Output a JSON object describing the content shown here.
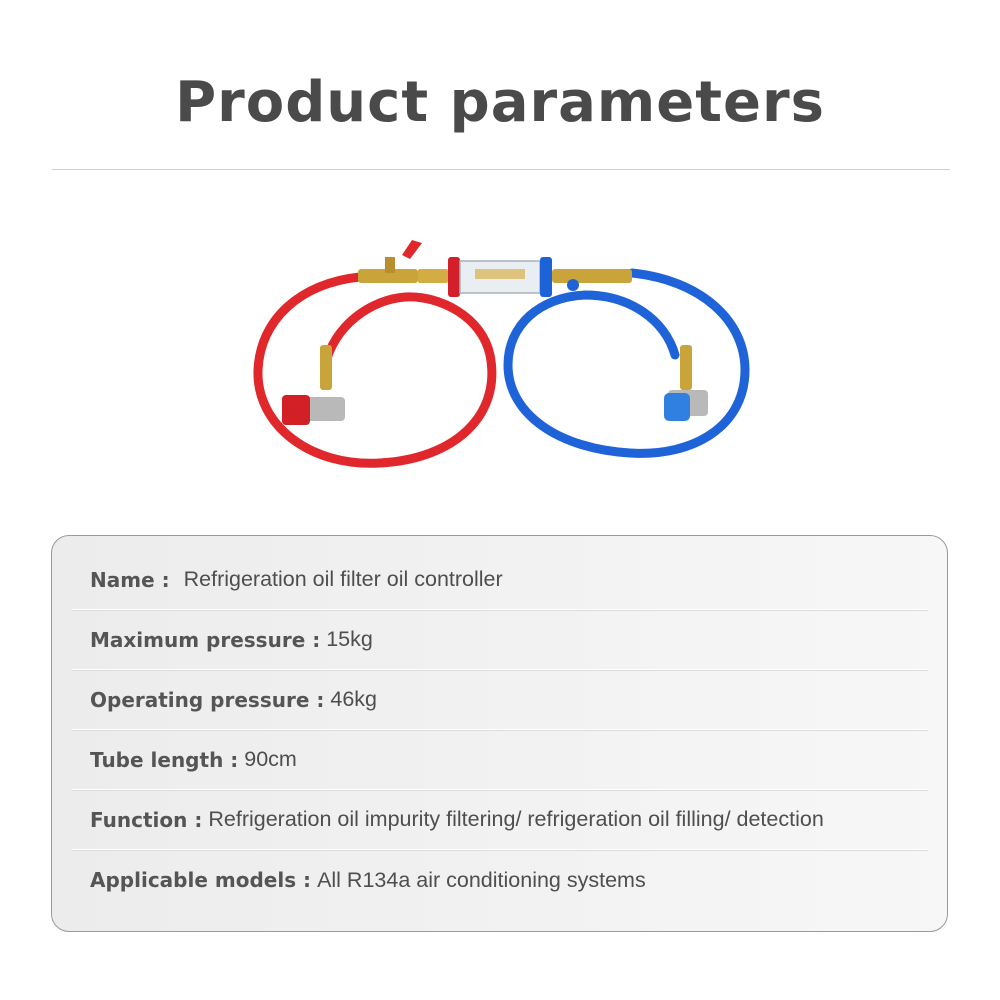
{
  "header": {
    "title": "Product parameters"
  },
  "product_image": {
    "alt": "Refrigeration oil filter oil controller",
    "hose_colors": {
      "left": "#e02a2a",
      "right": "#1e63d6"
    }
  },
  "params": [
    {
      "label": "Name :",
      "value": "Refrigeration oil filter oil controller"
    },
    {
      "label": "Maximum pressure :",
      "value": "15kg"
    },
    {
      "label": "Operating pressure :",
      "value": "46kg"
    },
    {
      "label": "Tube length :",
      "value": "90cm"
    },
    {
      "label": "Function :",
      "value": "Refrigeration oil impurity filtering/ refrigeration oil filling/ detection"
    },
    {
      "label": "Applicable models :",
      "value": "All R134a air conditioning systems"
    }
  ]
}
